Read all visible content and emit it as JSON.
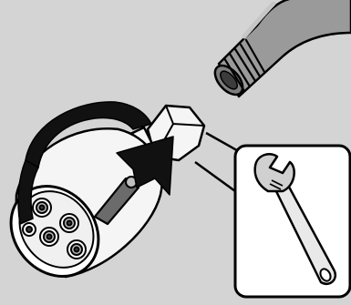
{
  "figure": {
    "parts": [
      "shower-arm-pipe",
      "shower-head",
      "tightening-arrow",
      "callout-box",
      "adjustable-wrench"
    ],
    "colors": {
      "background": "#d4d4d4",
      "outline": "#000000",
      "light_fill": "#f5f5f5",
      "pipe_fill": "#9a9a9a",
      "callout_fill": "#ffffff"
    }
  }
}
